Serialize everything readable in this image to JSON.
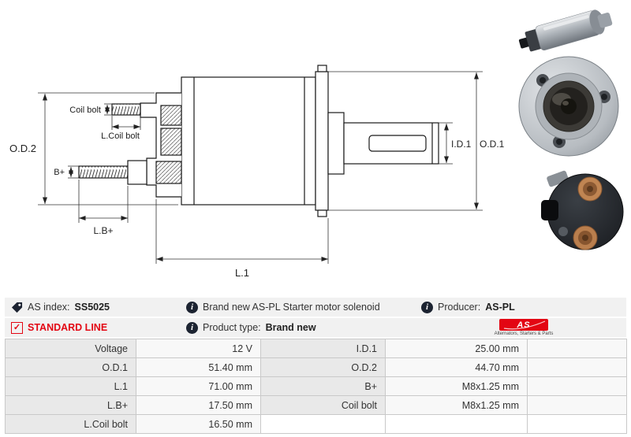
{
  "diagram": {
    "labels": {
      "coil_bolt": "Coil bolt",
      "l_coil_bolt": "L.Coil bolt",
      "od2": "O.D.2",
      "b_plus": "B+",
      "l_b_plus": "L.B+",
      "l1": "L.1",
      "id1": "I.D.1",
      "od1": "O.D.1"
    }
  },
  "info": {
    "as_index_label": "AS index:",
    "as_index_value": "SS5025",
    "description": "Brand new AS-PL Starter motor solenoid",
    "producer_label": "Producer:",
    "producer_value": "AS-PL",
    "standard_line": "STANDARD LINE",
    "product_type_label": "Product type:",
    "product_type_value": "Brand new",
    "logo_text": "AS",
    "logo_subtext": "Alternators, Starters & Parts"
  },
  "icons": {
    "info_glyph": "i",
    "check_glyph": "✓"
  },
  "colors": {
    "brand_red": "#e30613",
    "icon_dark": "#1c2331",
    "table_label_bg": "#e9e9e9",
    "table_value_bg": "#f8f8f8"
  },
  "table": {
    "rows": [
      [
        "Voltage",
        "12 V",
        "I.D.1",
        "25.00 mm"
      ],
      [
        "O.D.1",
        "51.40 mm",
        "O.D.2",
        "44.70 mm"
      ],
      [
        "L.1",
        "71.00 mm",
        "B+",
        "M8x1.25 mm"
      ],
      [
        "L.B+",
        "17.50 mm",
        "Coil bolt",
        "M8x1.25 mm"
      ],
      [
        "L.Coil bolt",
        "16.50 mm",
        "",
        ""
      ]
    ]
  }
}
